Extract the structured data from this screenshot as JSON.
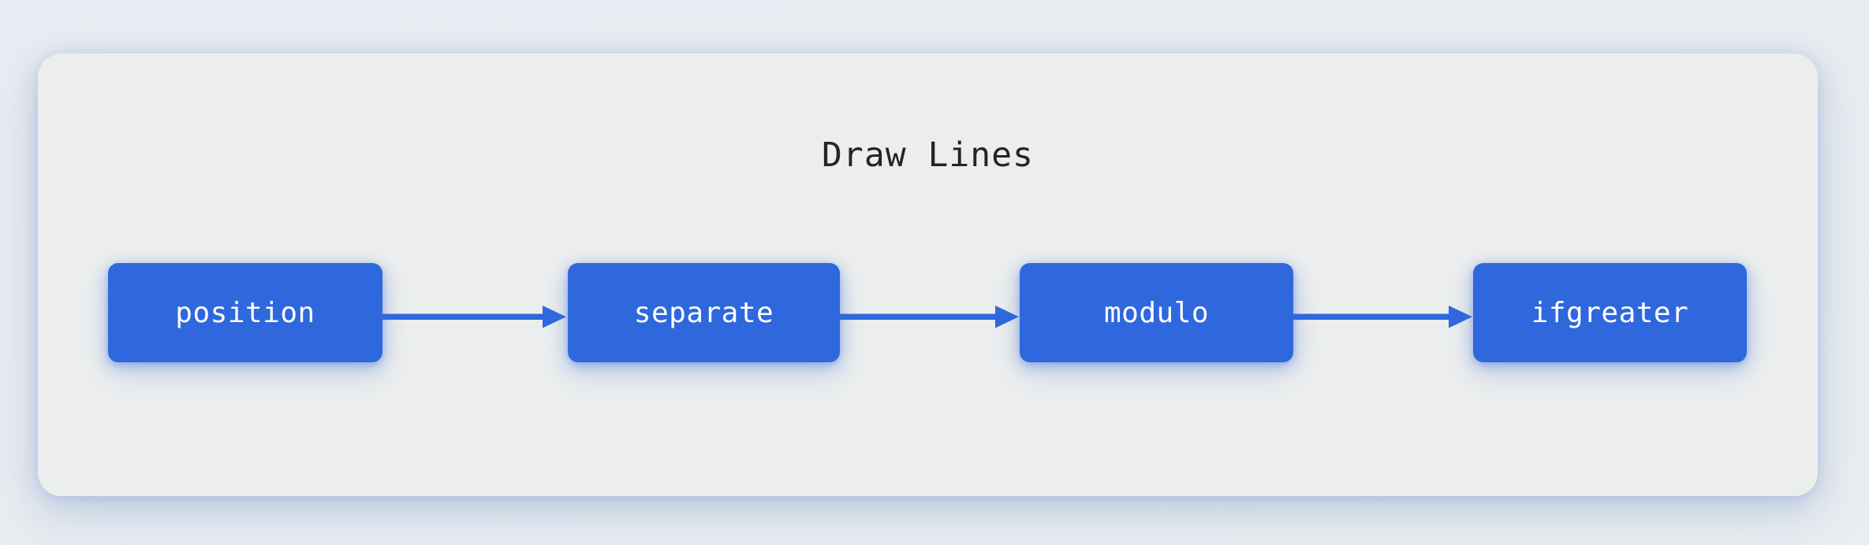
{
  "page": {
    "background_color": "#e9ecf1"
  },
  "panel": {
    "title": "Draw Lines",
    "background_color": "#eceeee"
  },
  "graph": {
    "node_fill_color": "#2f68dd",
    "node_text_color": "#ffffff",
    "edge_color": "#2f68dd",
    "nodes": [
      {
        "label": "position"
      },
      {
        "label": "separate"
      },
      {
        "label": "modulo"
      },
      {
        "label": "ifgreater"
      }
    ],
    "edges": [
      {
        "from": "position",
        "to": "separate",
        "arrow": "arrow-right-icon"
      },
      {
        "from": "separate",
        "to": "modulo",
        "arrow": "arrow-right-icon"
      },
      {
        "from": "modulo",
        "to": "ifgreater",
        "arrow": "arrow-right-icon"
      }
    ]
  }
}
